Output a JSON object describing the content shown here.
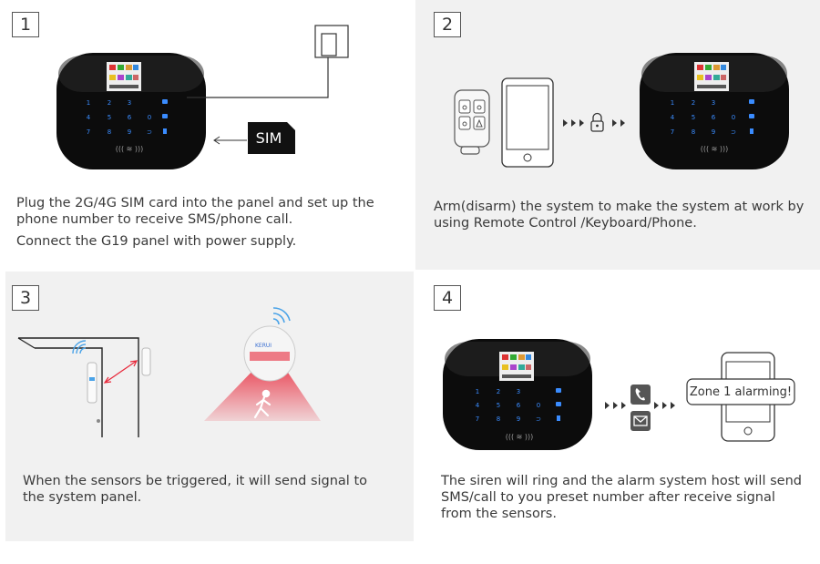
{
  "steps": [
    {
      "number": "1",
      "caption_lines": [
        "Plug the 2G/4G SIM card into the panel and set up the",
        "phone number to receive SMS/phone call.",
        "Connect the G19 panel with power supply."
      ]
    },
    {
      "number": "2",
      "caption_lines": [
        "Arm(disarm) the system to make the system at work by",
        "using Remote Control /Keyboard/Phone."
      ]
    },
    {
      "number": "3",
      "caption_lines": [
        "When the sensors be triggered, it will send signal to",
        "the system panel."
      ]
    },
    {
      "number": "4",
      "caption_lines": [
        "The siren will ring and the alarm system host will send",
        "SMS/call to you preset number after receive signal",
        "from the sensors."
      ]
    }
  ],
  "sim_label": "SIM",
  "alarm_message": "Zone 1 alarming!",
  "brand_logo": "KERUI",
  "keypad_keys": [
    "1",
    "2",
    "3",
    "4",
    "5",
    "6",
    "7",
    "8",
    "9",
    "0"
  ],
  "colors": {
    "keypad_blue": "#3a8cff",
    "sensor_red": "#e8283a",
    "wifi_blue": "#4aa3e8"
  }
}
